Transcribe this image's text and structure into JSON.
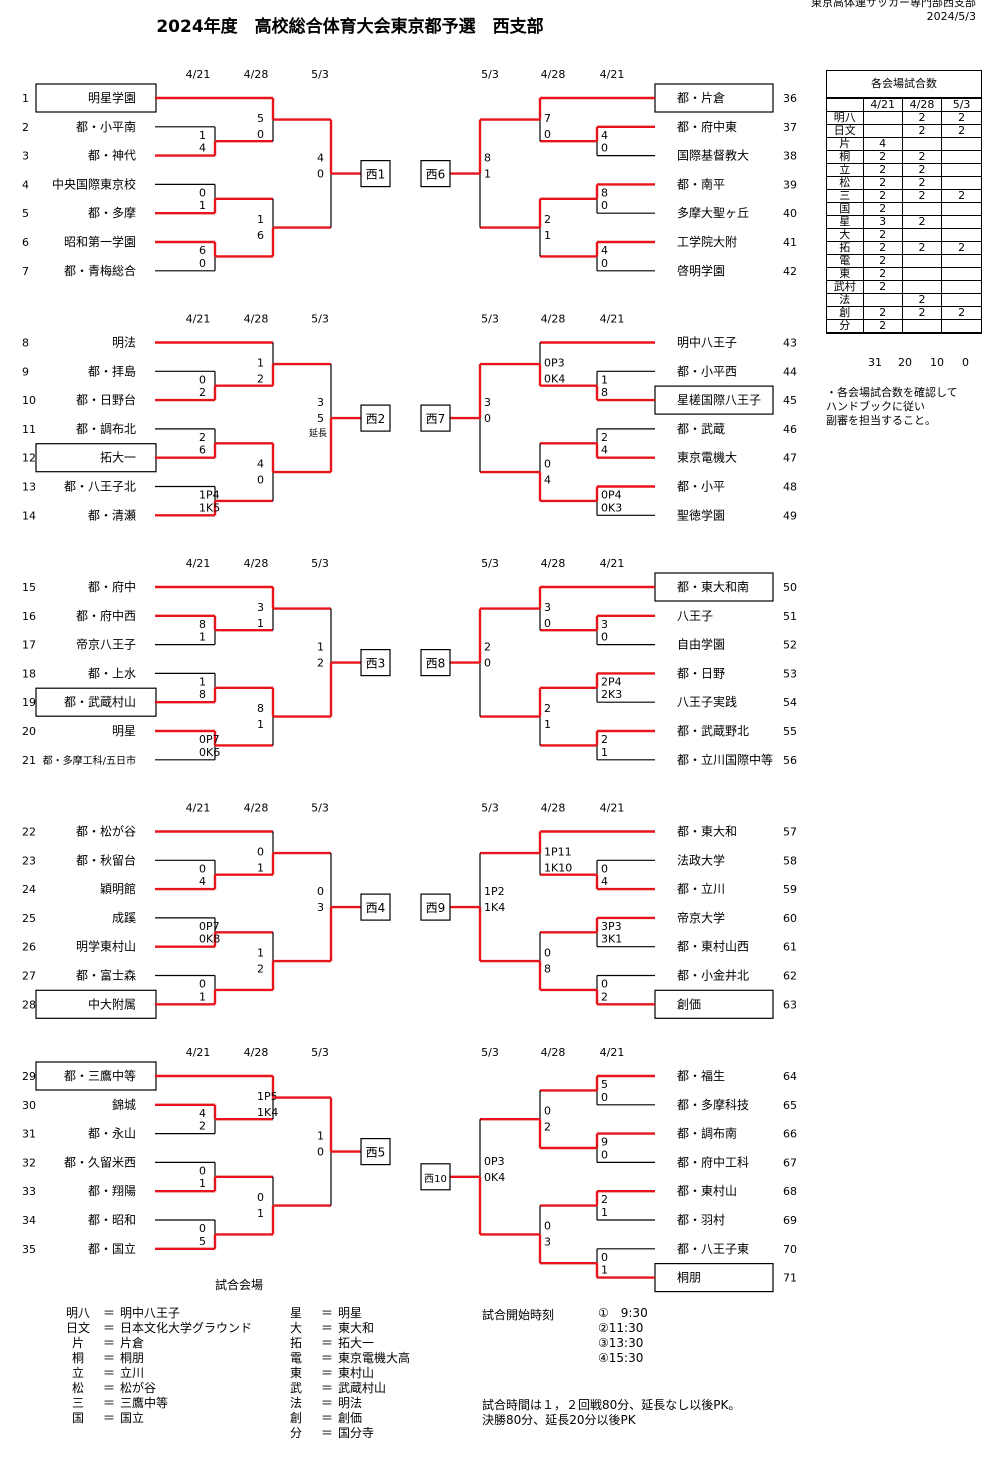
{
  "header": {
    "title": "2024年度　高校総合体育大会東京都予選　西支部",
    "org": "東京高体連サッカー専門部西支部",
    "date": "2024/5/3"
  },
  "round_dates": {
    "r1": "4/21",
    "r2": "4/28",
    "r3": "5/3"
  },
  "left_blocks": [
    {
      "block": "西1",
      "teams": [
        {
          "no": "1",
          "name": "明星学園",
          "boxed": true
        },
        {
          "no": "2",
          "name": "都・小平南"
        },
        {
          "no": "3",
          "name": "都・神代"
        },
        {
          "no": "4",
          "name": "中央国際東京校"
        },
        {
          "no": "5",
          "name": "都・多摩"
        },
        {
          "no": "6",
          "name": "昭和第一学園"
        },
        {
          "no": "7",
          "name": "都・青梅総合"
        }
      ],
      "r1": [
        {
          "top": "1",
          "bot": "4",
          "win": "bot"
        },
        {
          "top": "0",
          "bot": "1",
          "win": "bot"
        },
        {
          "top": "6",
          "bot": "0",
          "win": "top"
        }
      ],
      "r2": [
        {
          "top": "5",
          "bot": "0",
          "win": "top"
        },
        {
          "top": "1",
          "bot": "6",
          "win": "bot"
        }
      ],
      "r3": {
        "top": "4",
        "bot": "0",
        "win": "top"
      }
    },
    {
      "block": "西2",
      "teams": [
        {
          "no": "8",
          "name": "明法"
        },
        {
          "no": "9",
          "name": "都・拝島"
        },
        {
          "no": "10",
          "name": "都・日野台"
        },
        {
          "no": "11",
          "name": "都・調布北"
        },
        {
          "no": "12",
          "name": "拓大一",
          "boxed": true
        },
        {
          "no": "13",
          "name": "都・八王子北"
        },
        {
          "no": "14",
          "name": "都・清瀬"
        }
      ],
      "r1": [
        {
          "top": "0",
          "bot": "2",
          "win": "bot"
        },
        {
          "top": "2",
          "bot": "6",
          "win": "bot"
        },
        {
          "top": "1P4",
          "bot": "1K5",
          "win": "bot"
        }
      ],
      "r2": [
        {
          "top": "1",
          "bot": "2",
          "win": "bot"
        },
        {
          "top": "4",
          "bot": "0",
          "win": "top"
        }
      ],
      "r3": {
        "top": "3",
        "bot": "5",
        "extra": "延長",
        "win": "bot"
      }
    },
    {
      "block": "西3",
      "teams": [
        {
          "no": "15",
          "name": "都・府中"
        },
        {
          "no": "16",
          "name": "都・府中西"
        },
        {
          "no": "17",
          "name": "帝京八王子"
        },
        {
          "no": "18",
          "name": "都・上水"
        },
        {
          "no": "19",
          "name": "都・武蔵村山",
          "boxed": true
        },
        {
          "no": "20",
          "name": "明星"
        },
        {
          "no": "21",
          "name": "都・多摩工科/五日市",
          "small": true
        }
      ],
      "r1": [
        {
          "top": "8",
          "bot": "1",
          "win": "top"
        },
        {
          "top": "1",
          "bot": "8",
          "win": "bot"
        },
        {
          "top": "0P7",
          "bot": "0K6",
          "win": "top"
        }
      ],
      "r2": [
        {
          "top": "3",
          "bot": "1",
          "win": "top"
        },
        {
          "top": "8",
          "bot": "1",
          "win": "top"
        }
      ],
      "r3": {
        "top": "1",
        "bot": "2",
        "win": "bot"
      }
    },
    {
      "block": "西4",
      "teams": [
        {
          "no": "22",
          "name": "都・松が谷"
        },
        {
          "no": "23",
          "name": "都・秋留台"
        },
        {
          "no": "24",
          "name": "穎明館"
        },
        {
          "no": "25",
          "name": "成蹊"
        },
        {
          "no": "26",
          "name": "明学東村山"
        },
        {
          "no": "27",
          "name": "都・富士森"
        },
        {
          "no": "28",
          "name": "中大附属",
          "boxed": true
        }
      ],
      "r1": [
        {
          "top": "0",
          "bot": "4",
          "win": "bot"
        },
        {
          "top": "0P7",
          "bot": "0K8",
          "win": "bot"
        },
        {
          "top": "0",
          "bot": "1",
          "win": "bot"
        }
      ],
      "r2": [
        {
          "top": "0",
          "bot": "1",
          "win": "bot"
        },
        {
          "top": "1",
          "bot": "2",
          "win": "bot"
        }
      ],
      "r3": {
        "top": "0",
        "bot": "3",
        "win": "bot"
      }
    },
    {
      "block": "西5",
      "teams": [
        {
          "no": "29",
          "name": "都・三鷹中等",
          "boxed": true
        },
        {
          "no": "30",
          "name": "錦城"
        },
        {
          "no": "31",
          "name": "都・永山"
        },
        {
          "no": "32",
          "name": "都・久留米西"
        },
        {
          "no": "33",
          "name": "都・翔陽"
        },
        {
          "no": "34",
          "name": "都・昭和"
        },
        {
          "no": "35",
          "name": "都・国立"
        }
      ],
      "r1": [
        {
          "top": "4",
          "bot": "2",
          "win": "top"
        },
        {
          "top": "0",
          "bot": "1",
          "win": "bot"
        },
        {
          "top": "0",
          "bot": "5",
          "win": "bot"
        }
      ],
      "r2": [
        {
          "top": "1P5",
          "bot": "1K4",
          "win": "top"
        },
        {
          "top": "0",
          "bot": "1",
          "win": "bot"
        }
      ],
      "r3": {
        "top": "1",
        "bot": "0",
        "win": "top"
      }
    }
  ],
  "right_blocks": [
    {
      "block": "西6",
      "teams": [
        {
          "no": "36",
          "name": "都・片倉",
          "boxed": true
        },
        {
          "no": "37",
          "name": "都・府中東"
        },
        {
          "no": "38",
          "name": "国際基督教大"
        },
        {
          "no": "39",
          "name": "都・南平"
        },
        {
          "no": "40",
          "name": "多摩大聖ヶ丘"
        },
        {
          "no": "41",
          "name": "工学院大附"
        },
        {
          "no": "42",
          "name": "啓明学園"
        }
      ],
      "r1": [
        {
          "top": "4",
          "bot": "0",
          "win": "top"
        },
        {
          "top": "8",
          "bot": "0",
          "win": "top"
        },
        {
          "top": "4",
          "bot": "0",
          "win": "top"
        }
      ],
      "r2": [
        {
          "top": "7",
          "bot": "0",
          "win": "top"
        },
        {
          "top": "2",
          "bot": "1",
          "win": "top"
        }
      ],
      "r3": {
        "top": "8",
        "bot": "1",
        "win": "top"
      }
    },
    {
      "block": "西7",
      "teams": [
        {
          "no": "43",
          "name": "明中八王子"
        },
        {
          "no": "44",
          "name": "都・小平西"
        },
        {
          "no": "45",
          "name": "星槎国際八王子",
          "boxed": true
        },
        {
          "no": "46",
          "name": "都・武蔵"
        },
        {
          "no": "47",
          "name": "東京電機大"
        },
        {
          "no": "48",
          "name": "都・小平"
        },
        {
          "no": "49",
          "name": "聖徳学園"
        }
      ],
      "r1": [
        {
          "top": "1",
          "bot": "8",
          "win": "bot"
        },
        {
          "top": "2",
          "bot": "4",
          "win": "bot"
        },
        {
          "top": "0P4",
          "bot": "0K3",
          "win": "top"
        }
      ],
      "r2": [
        {
          "top": "0P3",
          "bot": "0K4",
          "win": "bot"
        },
        {
          "top": "0",
          "bot": "4",
          "win": "bot"
        }
      ],
      "r3": {
        "top": "3",
        "bot": "0",
        "win": "top"
      }
    },
    {
      "block": "西8",
      "teams": [
        {
          "no": "50",
          "name": "都・東大和南",
          "boxed": true
        },
        {
          "no": "51",
          "name": "八王子"
        },
        {
          "no": "52",
          "name": "自由学園"
        },
        {
          "no": "53",
          "name": "都・日野"
        },
        {
          "no": "54",
          "name": "八王子実践"
        },
        {
          "no": "55",
          "name": "都・武蔵野北"
        },
        {
          "no": "56",
          "name": "都・立川国際中等"
        }
      ],
      "r1": [
        {
          "top": "3",
          "bot": "0",
          "win": "top"
        },
        {
          "top": "2P4",
          "bot": "2K3",
          "win": "top"
        },
        {
          "top": "2",
          "bot": "1",
          "win": "top"
        }
      ],
      "r2": [
        {
          "top": "3",
          "bot": "0",
          "win": "top"
        },
        {
          "top": "2",
          "bot": "1",
          "win": "top"
        }
      ],
      "r3": {
        "top": "2",
        "bot": "0",
        "win": "top"
      }
    },
    {
      "block": "西9",
      "teams": [
        {
          "no": "57",
          "name": "都・東大和"
        },
        {
          "no": "58",
          "name": "法政大学"
        },
        {
          "no": "59",
          "name": "都・立川"
        },
        {
          "no": "60",
          "name": "帝京大学"
        },
        {
          "no": "61",
          "name": "都・東村山西"
        },
        {
          "no": "62",
          "name": "都・小金井北"
        },
        {
          "no": "63",
          "name": "創価",
          "boxed": true
        }
      ],
      "r1": [
        {
          "top": "0",
          "bot": "4",
          "win": "bot"
        },
        {
          "top": "3P3",
          "bot": "3K1",
          "win": "top"
        },
        {
          "top": "0",
          "bot": "2",
          "win": "bot"
        }
      ],
      "r2": [
        {
          "top": "1P11",
          "bot": "1K10",
          "win": "top"
        },
        {
          "top": "0",
          "bot": "8",
          "win": "bot"
        }
      ],
      "r3": {
        "top": "1P2",
        "bot": "1K4",
        "win": "bot"
      }
    },
    {
      "block": "西10",
      "teams": [
        {
          "no": "64",
          "name": "都・福生"
        },
        {
          "no": "65",
          "name": "都・多摩科技"
        },
        {
          "no": "66",
          "name": "都・調布南"
        },
        {
          "no": "67",
          "name": "都・府中工科"
        },
        {
          "no": "68",
          "name": "都・東村山"
        },
        {
          "no": "69",
          "name": "都・羽村"
        },
        {
          "no": "70",
          "name": "都・八王子東"
        },
        {
          "no": "71",
          "name": "桐朋",
          "boxed": true
        }
      ],
      "r1": [
        {
          "top": "5",
          "bot": "0",
          "win": "top"
        },
        {
          "top": "9",
          "bot": "0",
          "win": "top"
        },
        {
          "top": "2",
          "bot": "1",
          "win": "top"
        },
        {
          "top": "0",
          "bot": "1",
          "win": "bot"
        }
      ],
      "r2": [
        {
          "top": "0",
          "bot": "2",
          "win": "bot"
        },
        {
          "top": "0",
          "bot": "3",
          "win": "bot"
        }
      ],
      "r3": {
        "top": "0P3",
        "bot": "0K4",
        "win": "bot"
      }
    }
  ],
  "match_count_table": {
    "title": "各会場試合数",
    "columns": [
      "4/21",
      "4/28",
      "5/3"
    ],
    "rows": [
      [
        "明八",
        "",
        "2",
        "2"
      ],
      [
        "日文",
        "",
        "2",
        "2"
      ],
      [
        "片",
        "4",
        "",
        ""
      ],
      [
        "桐",
        "2",
        "2",
        ""
      ],
      [
        "立",
        "2",
        "2",
        ""
      ],
      [
        "松",
        "2",
        "2",
        ""
      ],
      [
        "三",
        "2",
        "2",
        "2"
      ],
      [
        "国",
        "2",
        "",
        ""
      ],
      [
        "星",
        "3",
        "2",
        ""
      ],
      [
        "大",
        "2",
        "",
        ""
      ],
      [
        "拓",
        "2",
        "2",
        "2"
      ],
      [
        "電",
        "2",
        "",
        ""
      ],
      [
        "東",
        "2",
        "",
        ""
      ],
      [
        "武村",
        "2",
        "",
        ""
      ],
      [
        "法",
        "",
        "2",
        ""
      ],
      [
        "創",
        "2",
        "2",
        "2"
      ],
      [
        "分",
        "2",
        "",
        ""
      ]
    ],
    "totals": [
      "31",
      "20",
      "10",
      "0"
    ],
    "note": [
      "・各会場試合数を確認して",
      "ハンドブックに従い",
      "副審を担当すること。"
    ]
  },
  "venue_legend_title": "試合会場",
  "venues_col1": [
    {
      "abbr": "明八",
      "eq": "＝",
      "name": "明中八王子"
    },
    {
      "abbr": "日文",
      "eq": "＝",
      "name": "日本文化大学グラウンド"
    },
    {
      "abbr": "片",
      "eq": "＝",
      "name": "片倉"
    },
    {
      "abbr": "桐",
      "eq": "＝",
      "name": "桐朋"
    },
    {
      "abbr": "立",
      "eq": "＝",
      "name": "立川"
    },
    {
      "abbr": "松",
      "eq": "＝",
      "name": "松が谷"
    },
    {
      "abbr": "三",
      "eq": "＝",
      "name": "三鷹中等"
    },
    {
      "abbr": "国",
      "eq": "＝",
      "name": "国立"
    }
  ],
  "venues_col2": [
    {
      "abbr": "星",
      "eq": "＝",
      "name": "明星"
    },
    {
      "abbr": "大",
      "eq": "＝",
      "name": "東大和"
    },
    {
      "abbr": "拓",
      "eq": "＝",
      "name": "拓大一"
    },
    {
      "abbr": "電",
      "eq": "＝",
      "name": "東京電機大高"
    },
    {
      "abbr": "東",
      "eq": "＝",
      "name": "東村山"
    },
    {
      "abbr": "武",
      "eq": "＝",
      "name": "武蔵村山"
    },
    {
      "abbr": "法",
      "eq": "＝",
      "name": "明法"
    },
    {
      "abbr": "創",
      "eq": "＝",
      "name": "創価"
    },
    {
      "abbr": "分",
      "eq": "＝",
      "name": "国分寺"
    }
  ],
  "start_times": {
    "title": "試合開始時刻",
    "items": [
      "①　9:30",
      "②11:30",
      "③13:30",
      "④15:30"
    ]
  },
  "rules": [
    "試合時間は１，２回戦80分、延長なし以後PK。",
    "決勝80分、延長20分以後PK"
  ],
  "colors": {
    "win": "#e8141b",
    "line": "#000000"
  }
}
